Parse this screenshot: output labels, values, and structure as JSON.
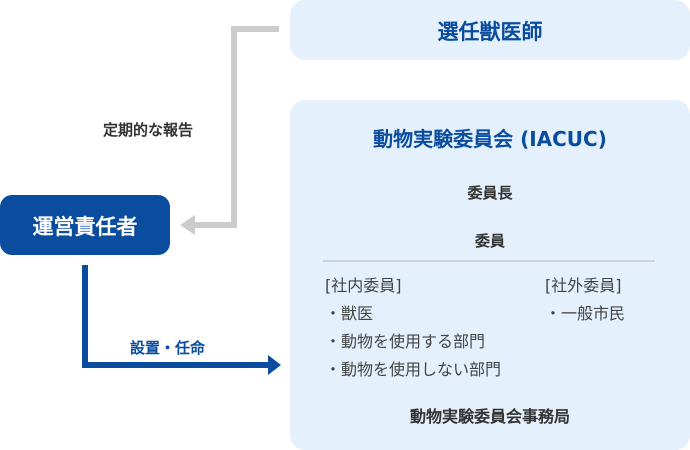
{
  "vet": {
    "label": "選任獣医師"
  },
  "committee": {
    "title": "動物実験委員会 (IACUC)",
    "chair": "委員長",
    "members": "委員",
    "internal": {
      "header": "[社内委員]",
      "items": [
        "・獣医",
        "・動物を使用する部門",
        "・動物を使用しない部門"
      ]
    },
    "external": {
      "header": "[社外委員]",
      "items": [
        "・一般市民"
      ]
    },
    "office": "動物実験委員会事務局"
  },
  "manager": {
    "label": "運営責任者"
  },
  "arrows": {
    "report": "定期的な報告",
    "appoint": "設置・任命"
  },
  "colors": {
    "primary": "#0a4c9e",
    "box_bg": "#e4f0fc",
    "gray_line": "#cccccc"
  }
}
